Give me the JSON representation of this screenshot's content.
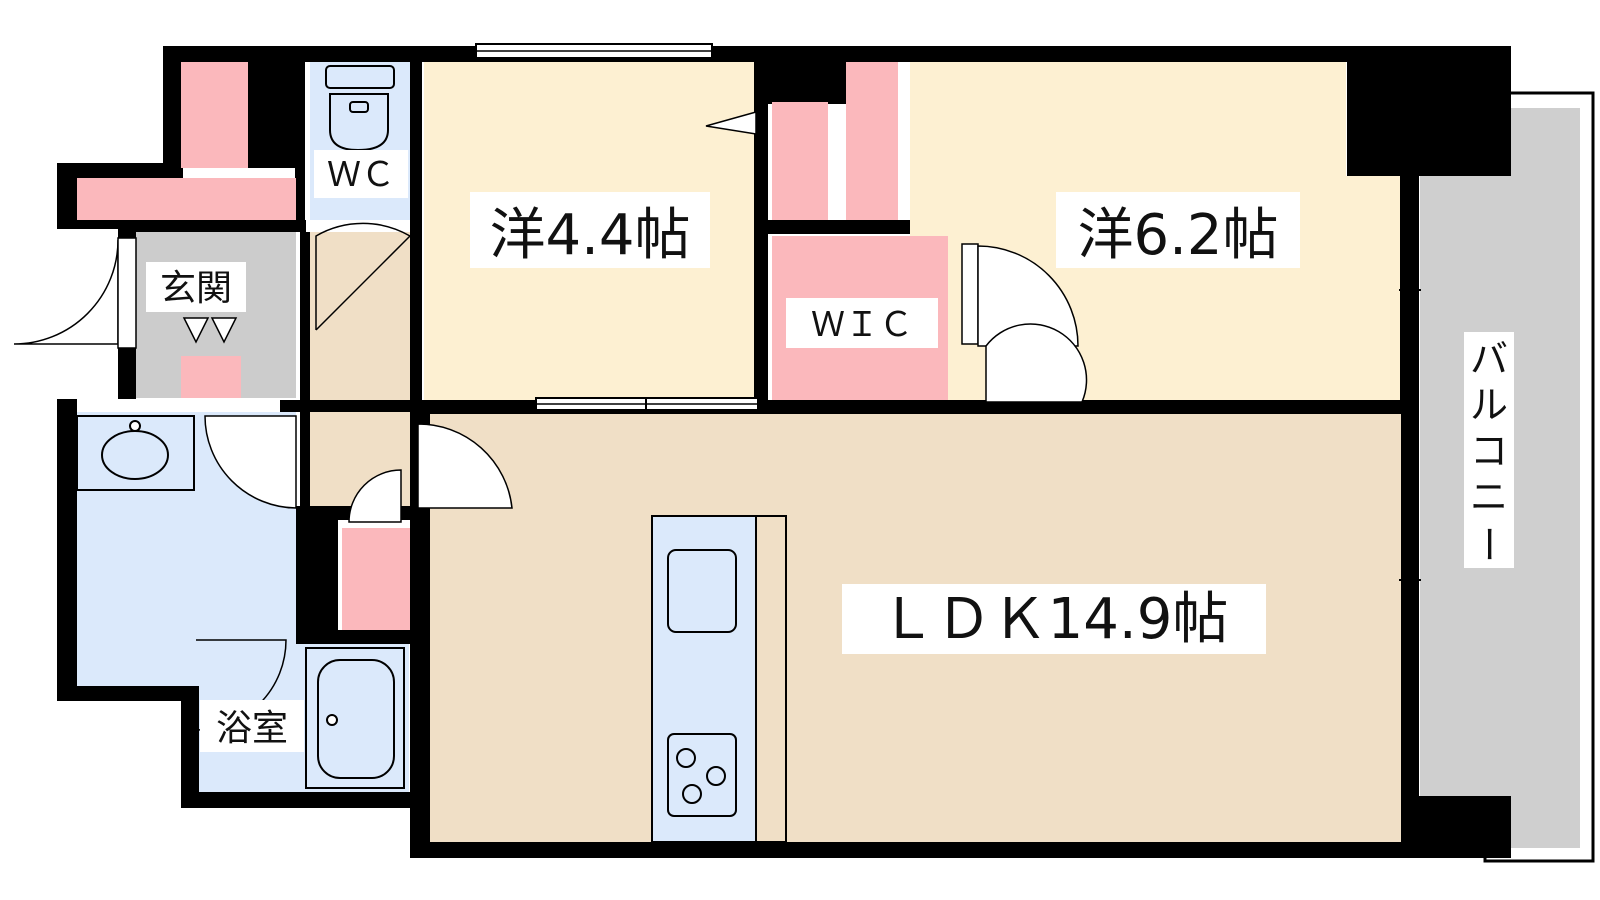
{
  "rooms": {
    "western_small": "洋4.4帖",
    "western_large": "洋6.2帖",
    "ldk": "ＬＤＫ14.9帖",
    "wic": "ＷＩＣ",
    "wc": "ＷＣ",
    "entrance": "玄関",
    "bathroom": "浴室",
    "balcony": [
      "バ",
      "ル",
      "コ",
      "ニ",
      "ー"
    ]
  },
  "colors": {
    "wall": "#000000",
    "bedroom_floor": "#fdf0d2",
    "ldk_floor": "#f0dfc6",
    "wet_area": "#dbe9fb",
    "storage": "#fbb8bc",
    "entrance_floor": "#cccccc",
    "balcony": "#cfcfcf"
  }
}
